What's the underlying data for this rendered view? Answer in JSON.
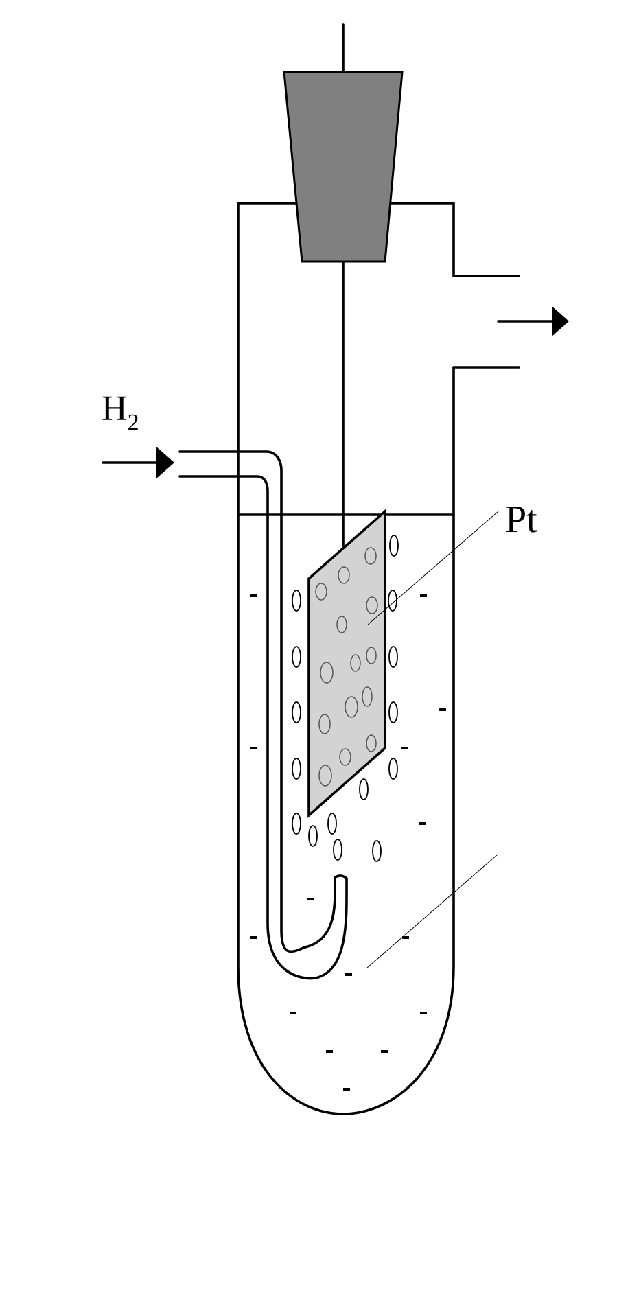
{
  "labels": {
    "gas": "H",
    "gas_subscript": "2",
    "electrode": "Pt"
  },
  "colors": {
    "stopper": "#808080",
    "plate": "#d3d3d3",
    "line": "#000000",
    "background": "#ffffff"
  },
  "ion_symbol": "-",
  "icons": [
    "gas-inlet-arrow-icon",
    "gas-outlet-arrow-icon"
  ]
}
